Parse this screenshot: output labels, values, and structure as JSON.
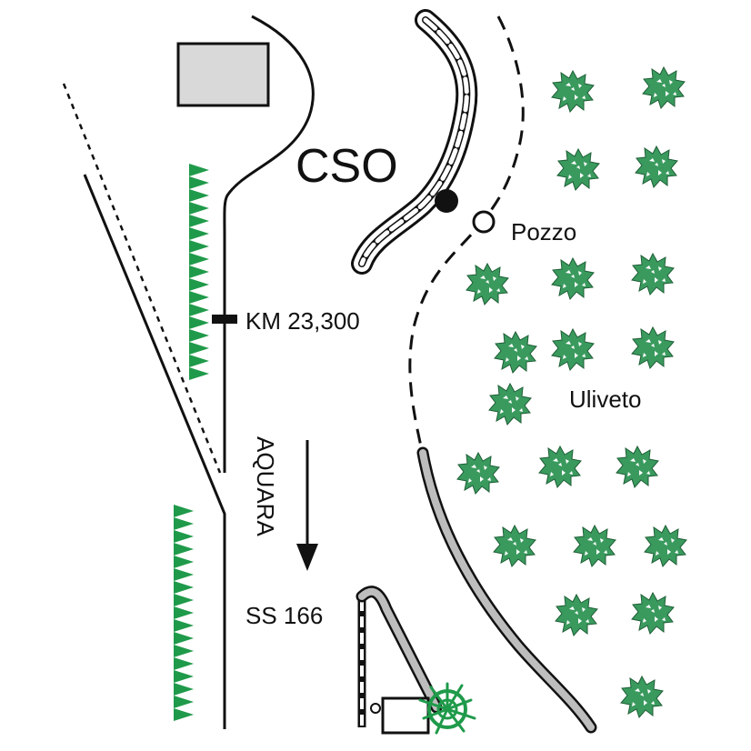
{
  "labels": {
    "cso": "CSO",
    "pozzo": "Pozzo",
    "km_marker": "KM 23,300",
    "aquara": "AQUARA",
    "road": "SS 166",
    "uliveto": "Uliveto"
  },
  "colors": {
    "line": "#111111",
    "building_fill": "#d9d9d9",
    "channel_fill": "#bdbdbd",
    "vegetation": "#3a9a5e",
    "vegetation_dark": "#1e7a3e",
    "hedge": "#1f9a4a"
  },
  "icons": {
    "tree": "olive-tree-icon",
    "bush": "bush-icon",
    "hedge": "hedge-triangle-icon",
    "well": "well-circle-icon",
    "cso_point": "cso-dot-icon",
    "direction": "arrow-down-icon"
  }
}
